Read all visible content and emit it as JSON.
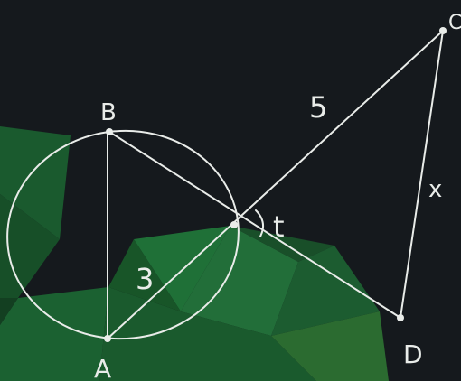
{
  "board": {
    "background": "#15191d",
    "chalk_color": "#e9ece9",
    "accent_green": "#1d6a34"
  },
  "points": {
    "A": "A",
    "B": "B",
    "C": "C",
    "D": "D"
  },
  "labels": {
    "bc_segment": "5",
    "ab_segment": "3",
    "cd_segment": "x",
    "angle": "t"
  }
}
